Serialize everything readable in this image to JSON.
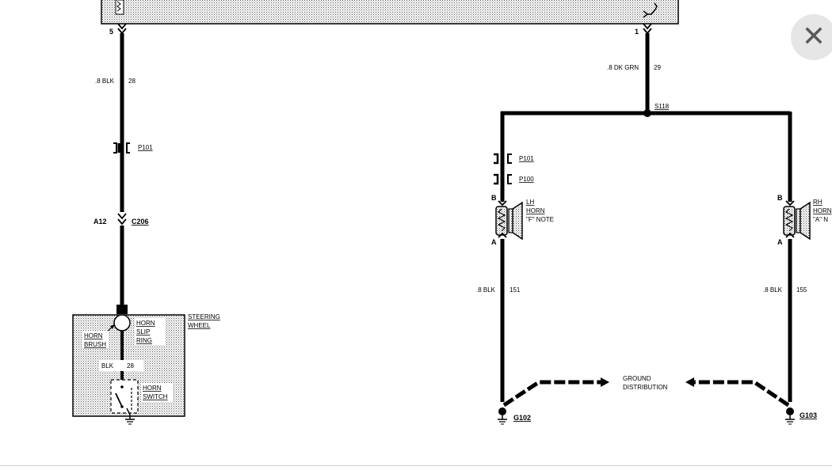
{
  "close_button": {
    "glyph": "✕",
    "icon": "close-icon"
  },
  "diagram": {
    "left_circuit": {
      "pin_top": "5",
      "wire_top": {
        "gauge_color": ".8 BLK",
        "circuit": "28"
      },
      "connector_p101": "P101",
      "pin_a12": "A12",
      "connector_c206": "C206",
      "steering_wheel": {
        "line1": "STEERING",
        "line2": "WHEEL"
      },
      "horn_brush": {
        "line1": "HORN",
        "line2": "BRUSH"
      },
      "horn_slip_ring": {
        "line1": "HORN",
        "line2": "SLIP",
        "line3": "RING"
      },
      "wire_inner": {
        "color": "BLK",
        "circuit": "28"
      },
      "horn_switch": {
        "line1": "HORN",
        "line2": "SWITCH"
      }
    },
    "right_circuit": {
      "pin_top": "1",
      "wire_top": {
        "gauge_color": ".8 DK GRN",
        "circuit": "29"
      },
      "splice": "S118",
      "connector_p101": "P101",
      "connector_p100": "P100",
      "lh_horn": {
        "pin_b": "B",
        "pin_a": "A",
        "line1": "LH",
        "line2": "HORN",
        "line3": "\"F\" NOTE"
      },
      "rh_horn": {
        "pin_b": "B",
        "pin_a": "A",
        "line1": "RH",
        "line2": "HORN",
        "line3": "\"A\" N"
      },
      "lh_ground_wire": {
        "gauge_color": ".8 BLK",
        "circuit": "151"
      },
      "rh_ground_wire": {
        "gauge_color": ".8 BLK",
        "circuit": "155"
      },
      "ground_distribution": {
        "line1": "GROUND",
        "line2": "DISTRIBUTION"
      },
      "ground_left": "G102",
      "ground_right": "G103"
    }
  }
}
